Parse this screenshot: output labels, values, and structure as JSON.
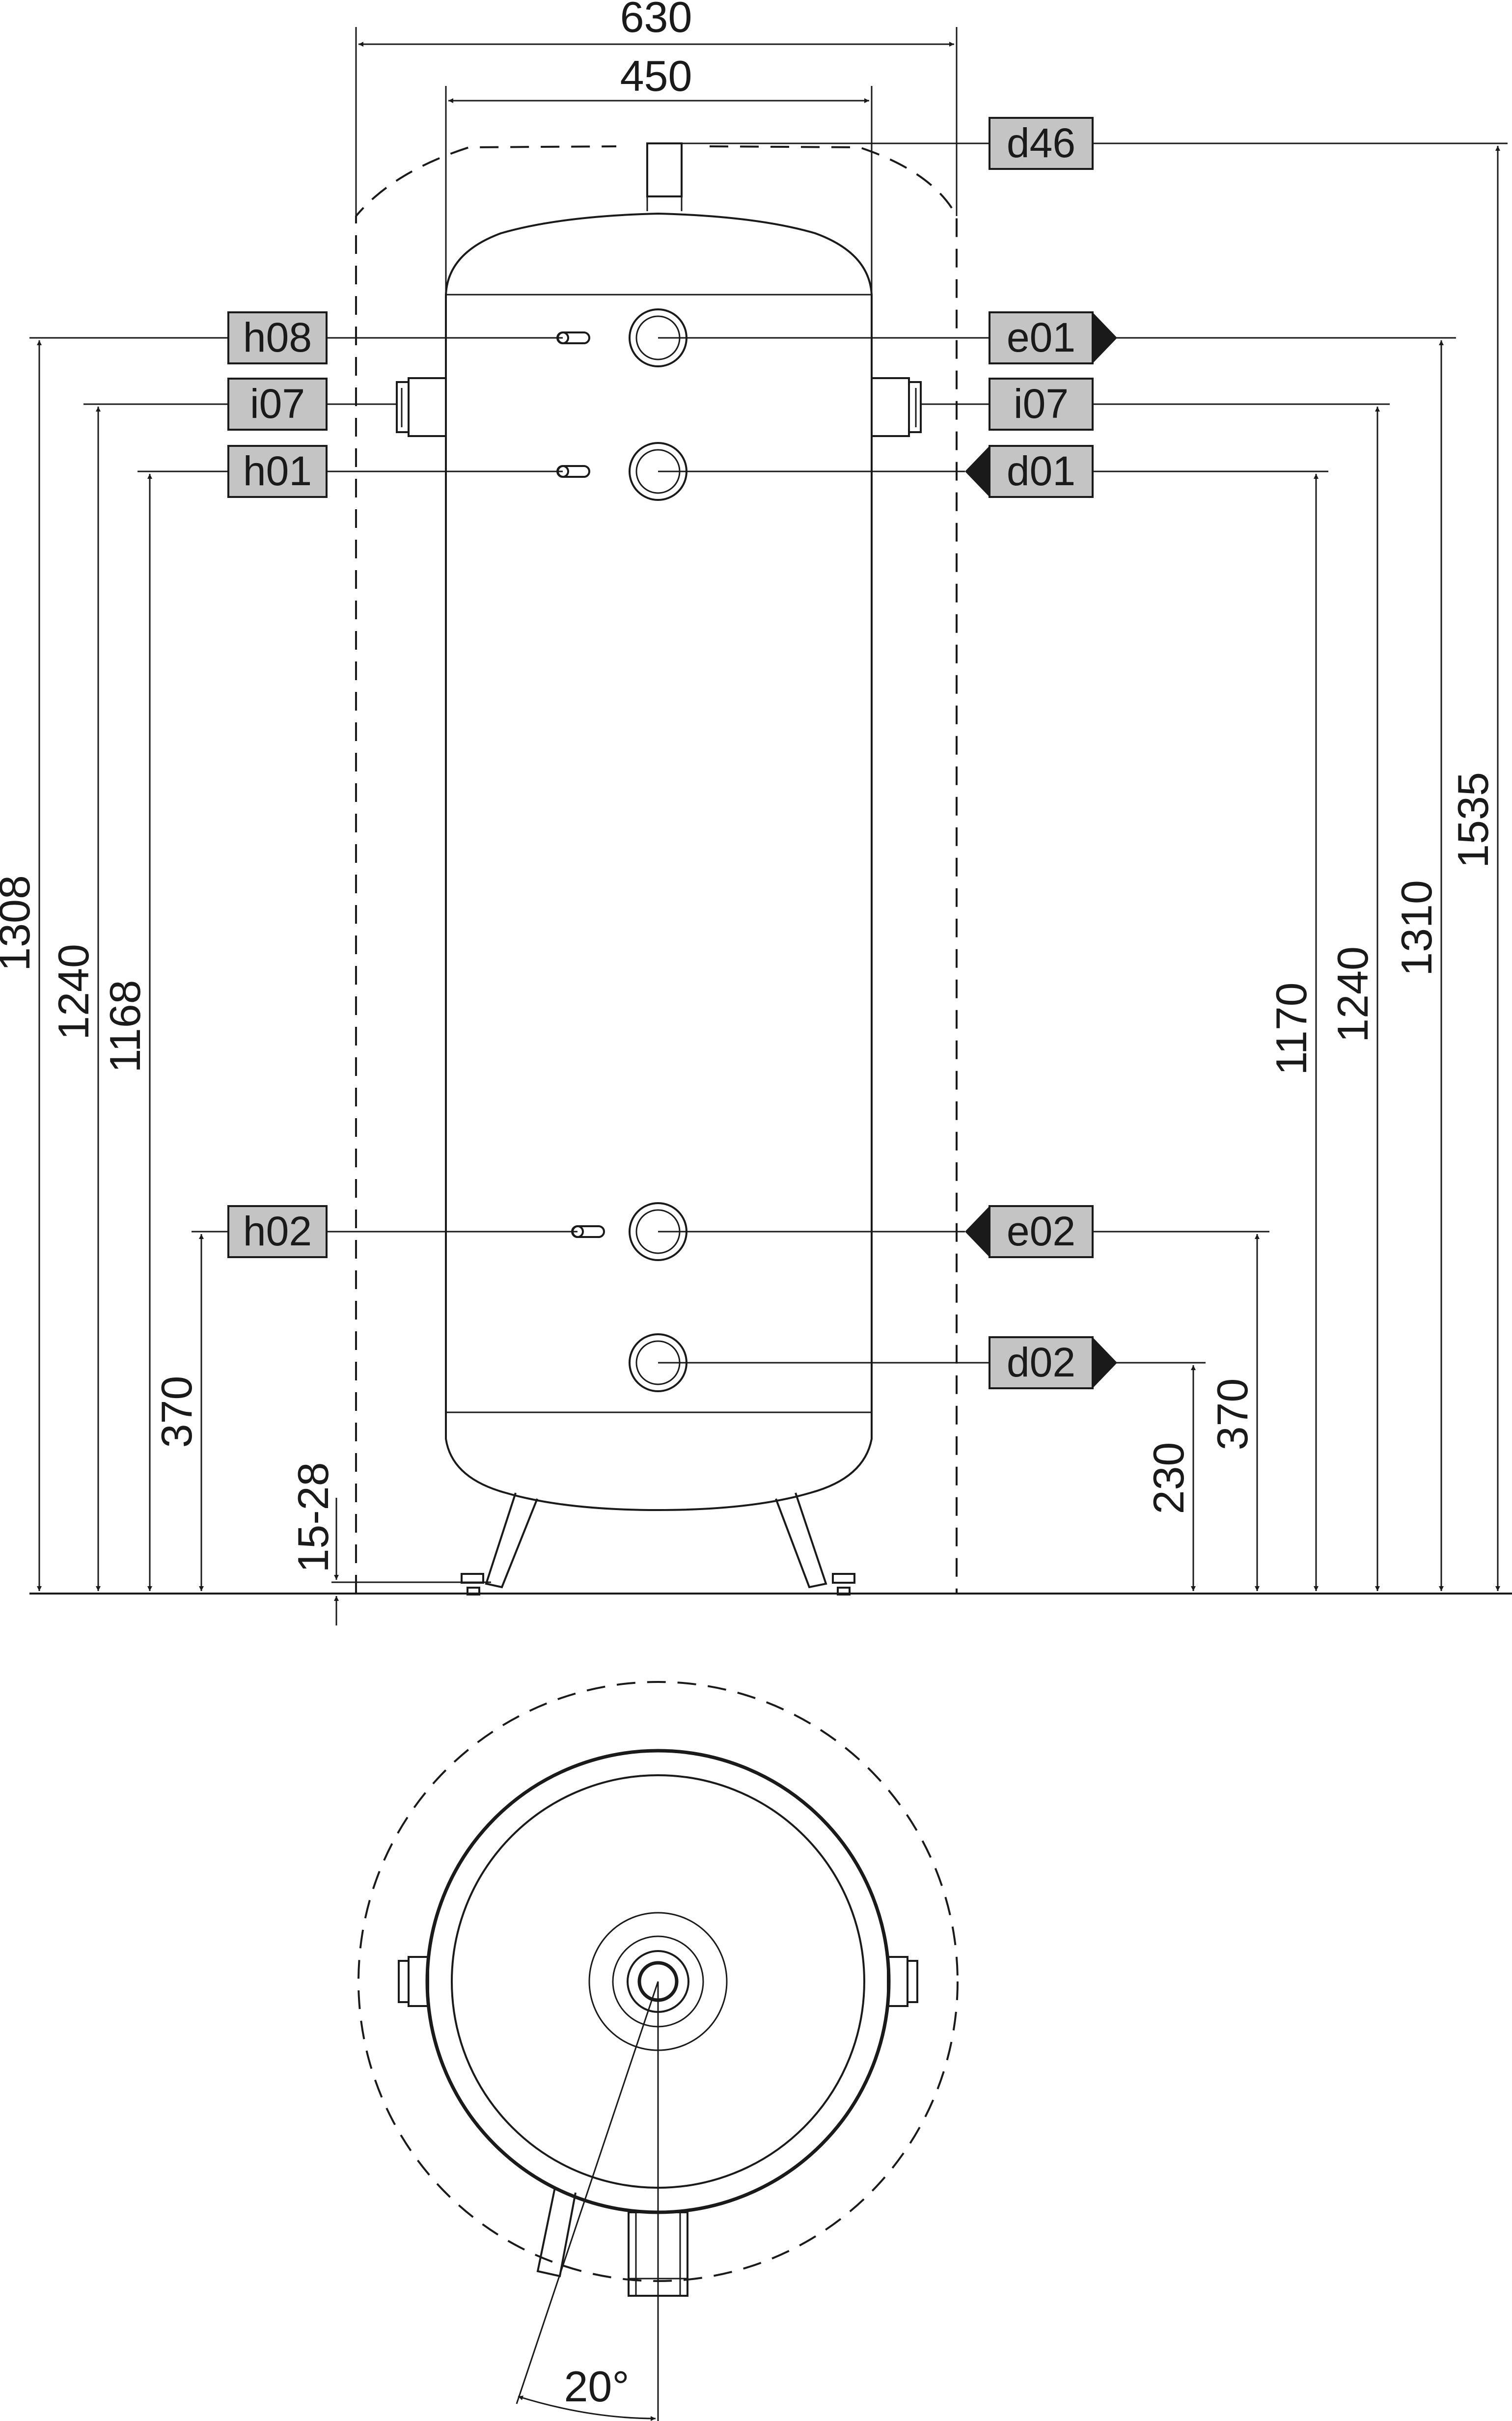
{
  "front_view": {
    "width_outer": "630",
    "width_inner": "450",
    "foot_adjust": "15-28"
  },
  "connections": {
    "d46": "d46",
    "h08": "h08",
    "e01": "e01",
    "i07_left": "i07",
    "i07_right": "i07",
    "h01": "h01",
    "d01": "d01",
    "h02": "h02",
    "e02": "e02",
    "d02": "d02"
  },
  "heights_left": {
    "h08": "1308",
    "i07": "1240",
    "h01": "1168",
    "h02": "370"
  },
  "heights_right": {
    "d02": "230",
    "e02": "370",
    "d01": "1170",
    "i07": "1240",
    "e01": "1310",
    "d46": "1535"
  },
  "top_view": {
    "angle": "20°"
  },
  "colors": {
    "line": "#1a1a1a",
    "label_fill": "#c4c4c4"
  }
}
